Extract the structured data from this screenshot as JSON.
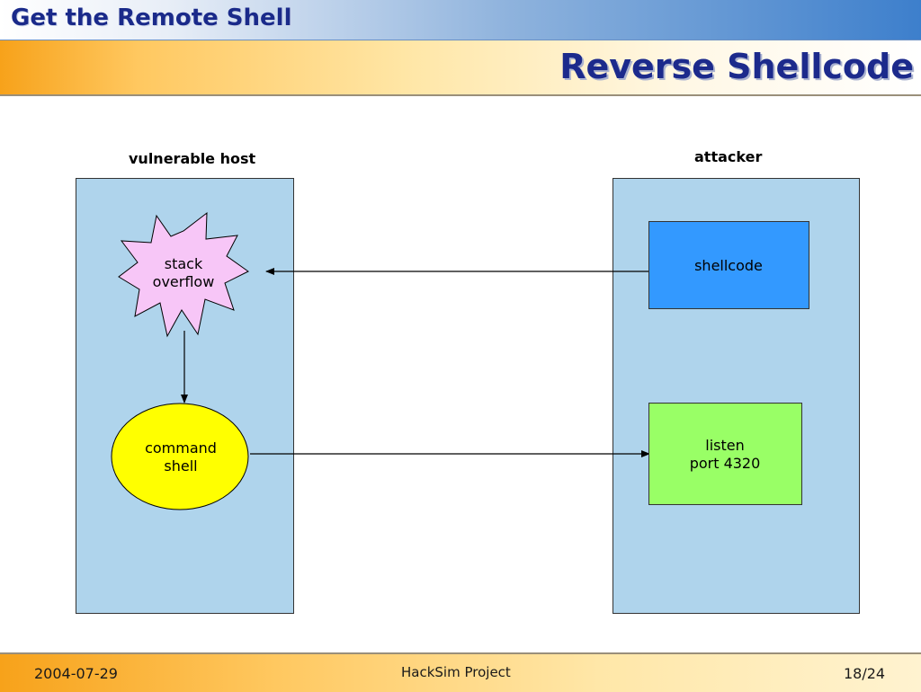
{
  "header": {
    "section_title": "Get the Remote Shell",
    "page_title": "Reverse Shellcode"
  },
  "diagram": {
    "left_panel_label": "vulnerable host",
    "right_panel_label": "attacker",
    "stack_overflow": {
      "line1": "stack",
      "line2": "overflow",
      "color": "#f7c6f7"
    },
    "command_shell": {
      "line1": "command",
      "line2": "shell",
      "color": "#ffff00"
    },
    "shellcode": {
      "label": "shellcode",
      "color": "#3399ff"
    },
    "listen": {
      "line1": "listen",
      "line2": "port 4320",
      "color": "#99ff66"
    },
    "panel_color": "#afd4ec"
  },
  "footer": {
    "date": "2004-07-29",
    "project": "HackSim Project",
    "page": "18/24"
  }
}
